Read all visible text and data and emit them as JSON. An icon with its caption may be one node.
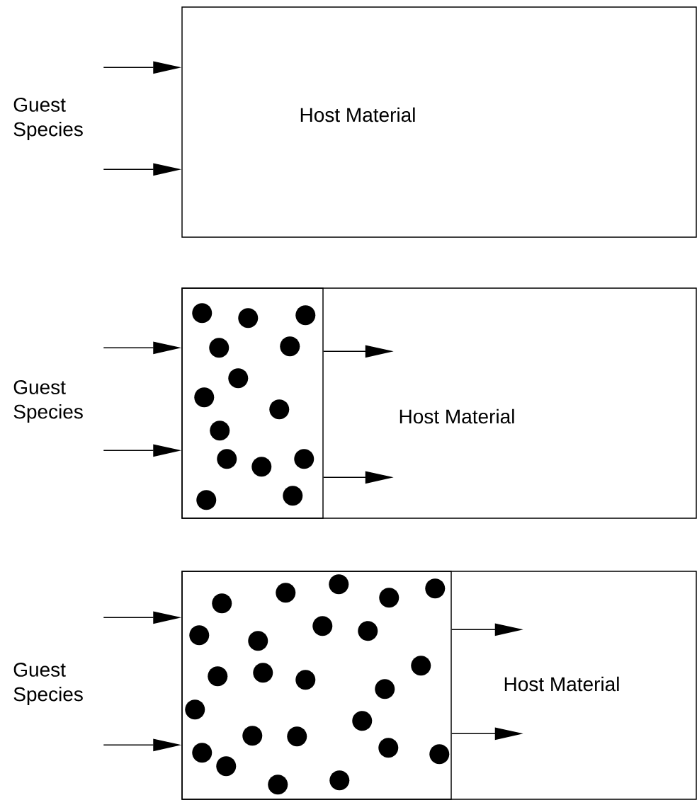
{
  "diagram": {
    "nodes": [
      {
        "text": [
          "Host Material"
        ]
      },
      {
        "text": [
          "Host Material"
        ]
      },
      {
        "text": [],
        "shape": "box",
        "in": 1
      },
      {
        "text": [
          "Host Material"
        ]
      },
      {
        "text": [],
        "shape": "box",
        "in": 3
      }
    ],
    "edges": [
      {
        "from": null,
        "to": 0,
        "arrow": "to"
      },
      {
        "from": null,
        "to": 0,
        "arrow": "to"
      },
      {
        "from": null,
        "to": 2,
        "arrow": "to"
      },
      {
        "from": null,
        "to": 2,
        "arrow": "to"
      },
      {
        "from": 2,
        "to": null,
        "arrow": "to"
      },
      {
        "from": 2,
        "to": null,
        "arrow": "to"
      },
      {
        "from": null,
        "to": 4,
        "arrow": "to"
      },
      {
        "from": null,
        "to": 4,
        "arrow": "to"
      },
      {
        "from": 4,
        "to": null,
        "arrow": "to"
      },
      {
        "from": 4,
        "to": null,
        "arrow": "to"
      }
    ],
    "labels": [
      "Guest Species",
      "Guest Species",
      "Guest Species"
    ]
  }
}
